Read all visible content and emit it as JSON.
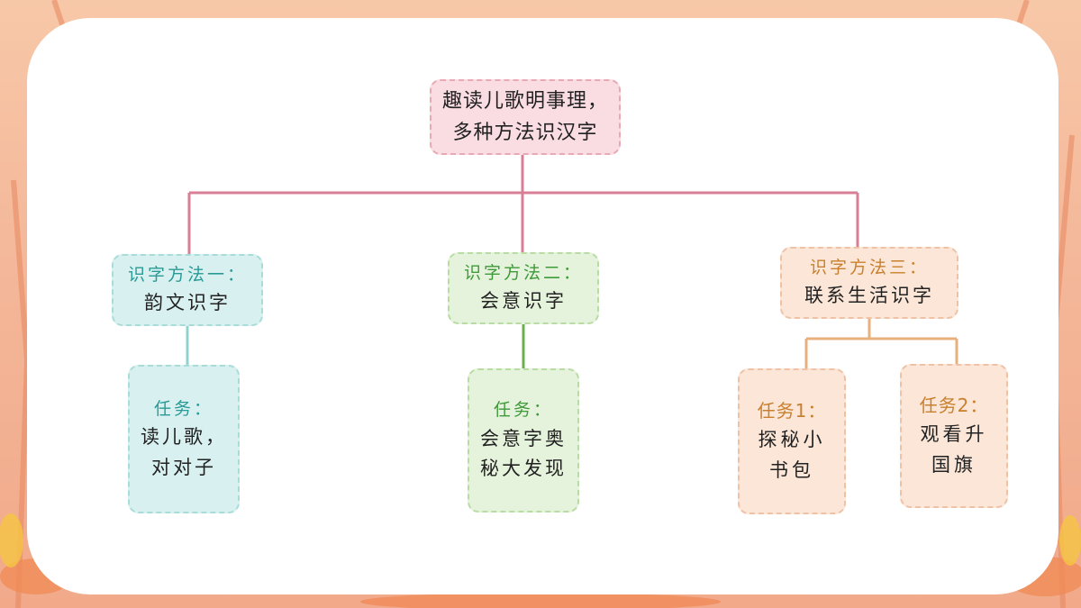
{
  "root": {
    "line1": "趣读儿歌明事理，",
    "line2": "多种方法识汉字"
  },
  "methods": [
    {
      "label": "识字方法一：",
      "text": "韵文识字"
    },
    {
      "label": "识字方法二：",
      "text": "会意识字"
    },
    {
      "label": "识字方法三：",
      "text": "联系生活识字"
    }
  ],
  "tasks": [
    {
      "label": "任务：",
      "line1": "读儿歌，",
      "line2": "对对子"
    },
    {
      "label": "任务：",
      "line1": "会意字奥",
      "line2": "秘大发现"
    },
    {
      "label": "任务1：",
      "line1": "探秘小",
      "line2": "书包"
    },
    {
      "label": "任务2：",
      "line1": "观看升",
      "line2": "国旗"
    }
  ],
  "colors": {
    "pink_line": "#d87f95",
    "teal_line": "#8fd4d0",
    "green_line": "#6ab04c",
    "orange_line": "#e8b07e",
    "teal_label": "#2a9a96",
    "green_label": "#3f9a3a",
    "orange_label": "#c9802e"
  }
}
